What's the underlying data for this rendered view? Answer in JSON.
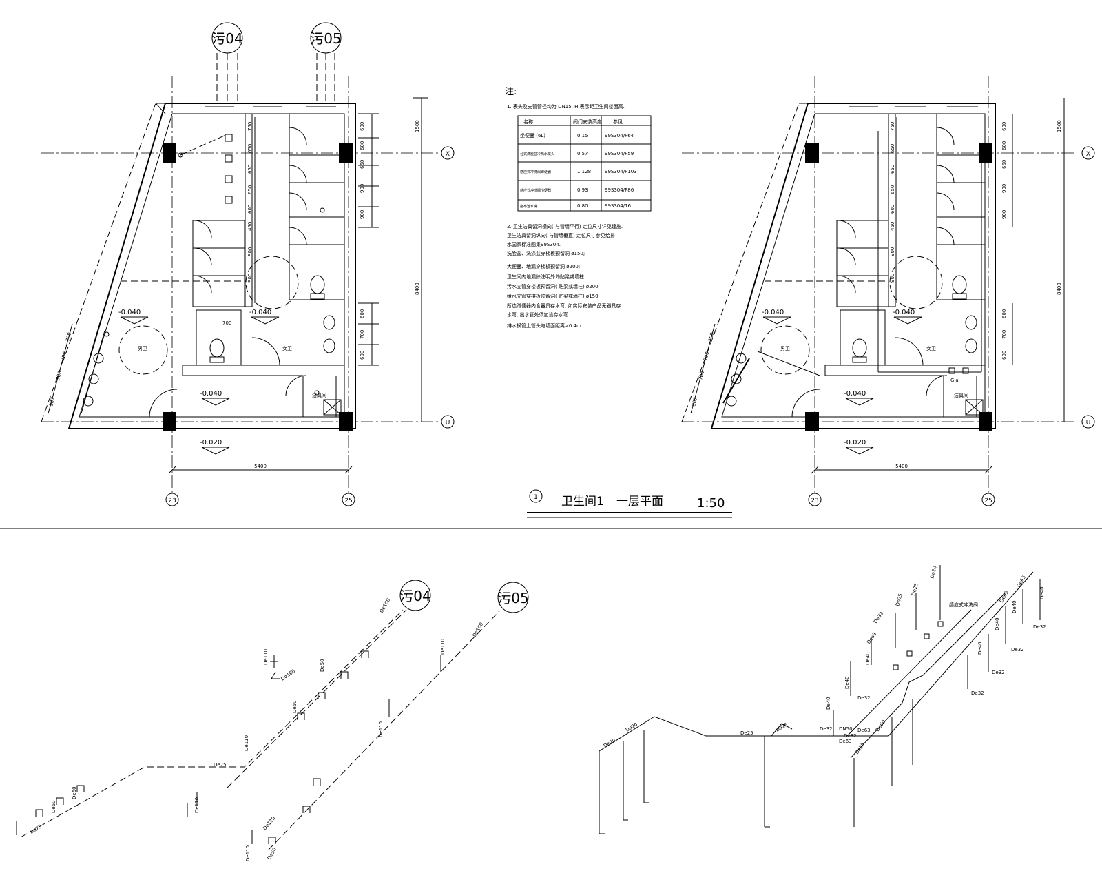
{
  "axes": {
    "row_top": "X",
    "row_bottom": "U",
    "col_left": "23",
    "col_right": "25"
  },
  "stacks": {
    "s1": "污04",
    "s2": "污05"
  },
  "dims": {
    "right_v": [
      "600",
      "600",
      "650",
      "900",
      "900"
    ],
    "right_v2": [
      "600",
      "700",
      "600"
    ],
    "overall_top": "1500",
    "overall_main": "8400",
    "inner_v": [
      "750",
      "650",
      "650",
      "650",
      "600",
      "450",
      "900",
      "900"
    ],
    "slant": [
      "700",
      "700",
      "700",
      "907"
    ],
    "width": "5400",
    "w700": "700"
  },
  "levels": {
    "l1": "-0.040",
    "l2": "-0.040",
    "l3": "-0.040",
    "l4": "-0.020"
  },
  "rooms": {
    "men": "男卫",
    "women": "女卫",
    "janitor": "洁具间"
  },
  "notes": {
    "title": "注:",
    "n1": "1. 表头及支管管径均为    DN15, H 表示距卫生间楼面高.",
    "table_header": [
      "名称",
      "阀门安装高度",
      "参见"
    ],
    "table_rows": [
      [
        "坐便器 (6L)",
        "0.15",
        "99S304/P64"
      ],
      [
        "台式洗脸盆冷热水龙头",
        "0.57",
        "99S304/P59"
      ],
      [
        "感应式冲洗阀蹲便器",
        "1.128",
        "99S304/P103"
      ],
      [
        "感应式冲洗阀小便器",
        "0.93",
        "99S304/P86"
      ],
      [
        "拖布池水嘴",
        "0.80",
        "99S304/16"
      ]
    ],
    "n2": [
      "2. 卫生洁具留洞横向( 与管墙平行) 定位尺寸详见建施.",
      "   卫生洁具留洞纵向( 与管墙垂直) 定位尺寸参见给排",
      "   水国家标准图集99S304.",
      "   洗脸盆、洗涤盆穿楼板预留洞 ø150;",
      "   大便器、地漏穿楼板预留洞 ø200;",
      "   卫生间内地漏除注明外均贴梁或墙柱.",
      "   污水立管穿楼板预留洞( 贴梁或墙柱) ø200;",
      "   给水立管穿楼板预留洞( 贴梁或墙柱) ø150.",
      "   所选蹲便器内含器具存水弯, 如实际安装产品无器具存",
      "   水弯, 出水管处须加设存水弯.",
      "   排水横管上管头与墙面距离>0.4m."
    ]
  },
  "title": {
    "num": "1",
    "name": "卫生间1",
    "sub": "一层平面",
    "scale": "1:50"
  },
  "drain_labels": {
    "de160a": "De160",
    "de160b": "De160",
    "de110": "De110",
    "de50": "De50",
    "de75": "De75"
  },
  "supply_labels": {
    "de20a": "De20",
    "de25a": "De25",
    "de32a": "De32",
    "de40a": "De40",
    "de50a": "De50",
    "de63a": "De63",
    "dn50": "DN50",
    "valve": "感应式冲洗阀",
    "g1": "Gla"
  }
}
